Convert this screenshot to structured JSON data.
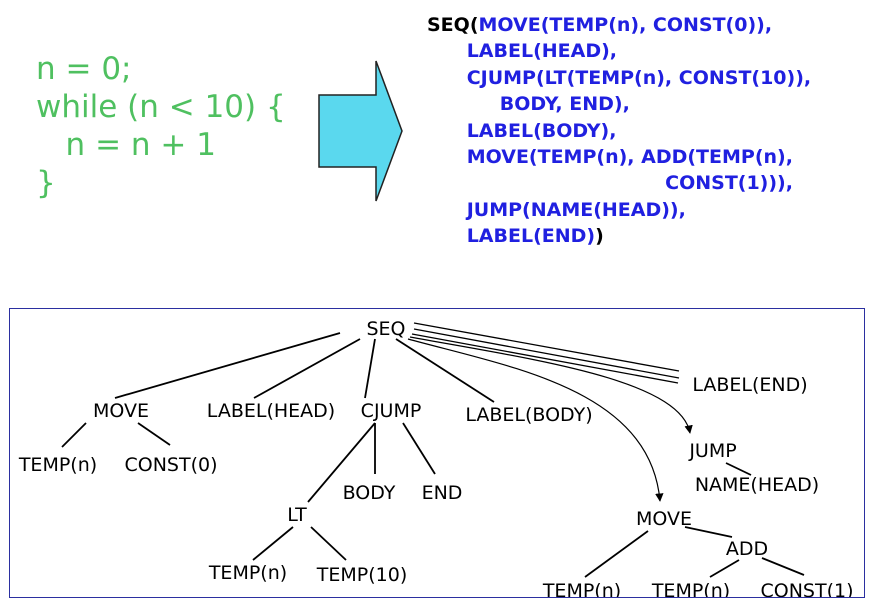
{
  "source_code": {
    "lines": [
      "n = 0;",
      "while (n < 10) {",
      "   n = n + 1",
      "}"
    ]
  },
  "ir_code": {
    "lines": [
      [
        {
          "t": "SEQ(",
          "c": "k"
        },
        {
          "t": "MOVE(TEMP(n), CONST(0)),",
          "c": "b"
        }
      ],
      [
        {
          "t": "      ",
          "c": "k"
        },
        {
          "t": "LABEL(HEAD),",
          "c": "b"
        }
      ],
      [
        {
          "t": "      ",
          "c": "k"
        },
        {
          "t": "CJUMP(LT(TEMP(n), CONST(10)),",
          "c": "b"
        }
      ],
      [
        {
          "t": "           ",
          "c": "k"
        },
        {
          "t": "BODY, END),",
          "c": "b"
        }
      ],
      [
        {
          "t": "      ",
          "c": "k"
        },
        {
          "t": "LABEL(BODY),",
          "c": "b"
        }
      ],
      [
        {
          "t": "      ",
          "c": "k"
        },
        {
          "t": "MOVE(TEMP(n), ADD(TEMP(n),",
          "c": "b"
        }
      ],
      [
        {
          "t": "                                    ",
          "c": "k"
        },
        {
          "t": "CONST(1))),",
          "c": "b"
        }
      ],
      [
        {
          "t": "      ",
          "c": "k"
        },
        {
          "t": "JUMP(NAME(HEAD)),",
          "c": "b"
        }
      ],
      [
        {
          "t": "      ",
          "c": "k"
        },
        {
          "t": "LABEL(END)",
          "c": "b"
        },
        {
          "t": ")",
          "c": "k"
        }
      ]
    ]
  },
  "tree": {
    "nodes": [
      {
        "id": "seq",
        "label": "SEQ"
      },
      {
        "id": "move1",
        "label": "MOVE"
      },
      {
        "id": "temp_n1",
        "label": "TEMP(n)"
      },
      {
        "id": "const0",
        "label": "CONST(0)"
      },
      {
        "id": "label_head",
        "label": "LABEL(HEAD)"
      },
      {
        "id": "cjump",
        "label": "CJUMP"
      },
      {
        "id": "lt",
        "label": "LT"
      },
      {
        "id": "temp_n2",
        "label": "TEMP(n)"
      },
      {
        "id": "temp10",
        "label": "TEMP(10)"
      },
      {
        "id": "body",
        "label": "BODY"
      },
      {
        "id": "end",
        "label": "END"
      },
      {
        "id": "label_body",
        "label": "LABEL(BODY)"
      },
      {
        "id": "move2",
        "label": "MOVE"
      },
      {
        "id": "temp_n3",
        "label": "TEMP(n)"
      },
      {
        "id": "add",
        "label": "ADD"
      },
      {
        "id": "temp_n4",
        "label": "TEMP(n)"
      },
      {
        "id": "const1",
        "label": "CONST(1)"
      },
      {
        "id": "jump",
        "label": "JUMP"
      },
      {
        "id": "name_head",
        "label": "NAME(HEAD)"
      },
      {
        "id": "label_end",
        "label": "LABEL(END)"
      }
    ],
    "edges": [
      {
        "from": "seq",
        "to": "move1"
      },
      {
        "from": "seq",
        "to": "label_head"
      },
      {
        "from": "seq",
        "to": "cjump"
      },
      {
        "from": "seq",
        "to": "label_body"
      },
      {
        "from": "seq",
        "to": "move2",
        "style": "curved-arrow"
      },
      {
        "from": "seq",
        "to": "jump",
        "style": "curved-arrow"
      },
      {
        "from": "seq",
        "to": "label_end",
        "style": "double"
      },
      {
        "from": "move1",
        "to": "temp_n1"
      },
      {
        "from": "move1",
        "to": "const0"
      },
      {
        "from": "cjump",
        "to": "lt"
      },
      {
        "from": "cjump",
        "to": "body"
      },
      {
        "from": "cjump",
        "to": "end"
      },
      {
        "from": "lt",
        "to": "temp_n2"
      },
      {
        "from": "lt",
        "to": "temp10"
      },
      {
        "from": "move2",
        "to": "temp_n3"
      },
      {
        "from": "move2",
        "to": "add"
      },
      {
        "from": "add",
        "to": "temp_n4"
      },
      {
        "from": "add",
        "to": "const1"
      },
      {
        "from": "jump",
        "to": "name_head"
      }
    ]
  },
  "colors": {
    "code_green": "#4fc060",
    "ir_blue": "#2020e0",
    "arrow_fill": "#5ad8ee",
    "box_border": "#2b2fa0"
  }
}
